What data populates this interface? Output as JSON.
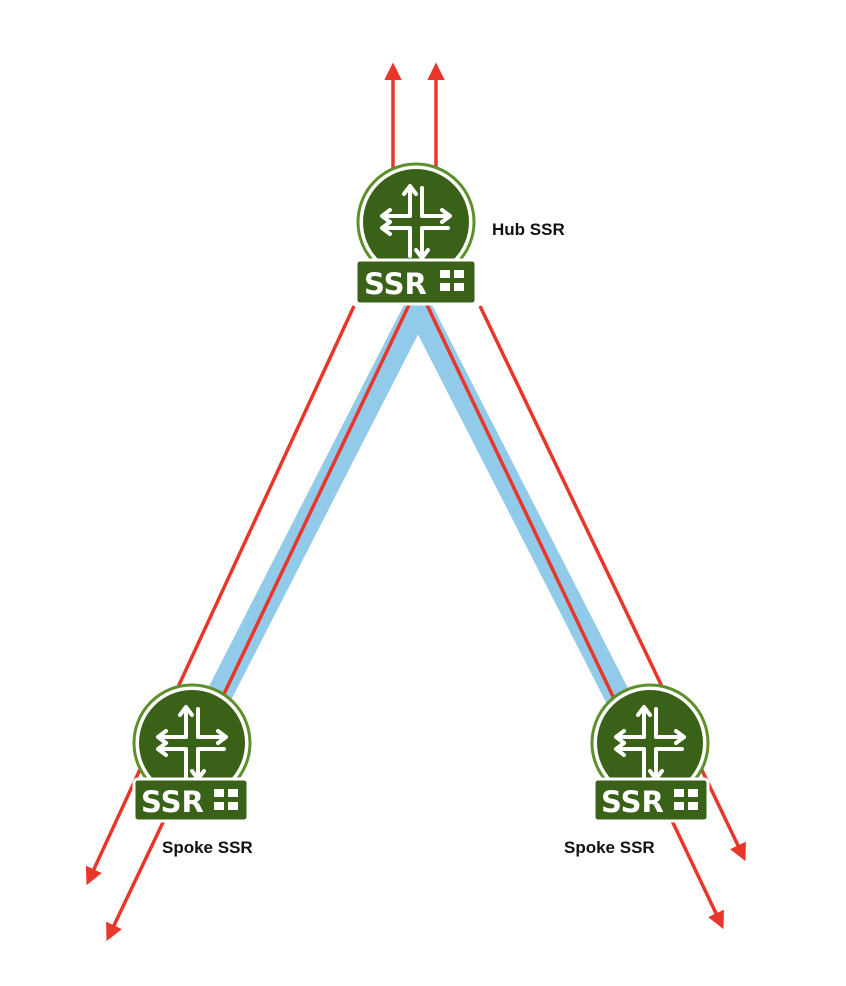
{
  "diagram": {
    "colors": {
      "router_fill": "#3a6118",
      "router_light": "#5d8f2b",
      "tunnel": "#92cbea",
      "flow_arrow": "#e8362a",
      "label": "#111111"
    },
    "nodes": {
      "hub": {
        "label": "Hub SSR",
        "badge": "SSR",
        "icon": "router-arrows-icon"
      },
      "spoke_left": {
        "label": "Spoke SSR",
        "badge": "SSR",
        "icon": "router-arrows-icon"
      },
      "spoke_right": {
        "label": "Spoke SSR",
        "badge": "SSR",
        "icon": "router-arrows-icon"
      }
    },
    "links": [
      {
        "from": "hub",
        "to": "spoke_left",
        "type": "tunnel"
      },
      {
        "from": "hub",
        "to": "spoke_right",
        "type": "tunnel"
      }
    ]
  }
}
